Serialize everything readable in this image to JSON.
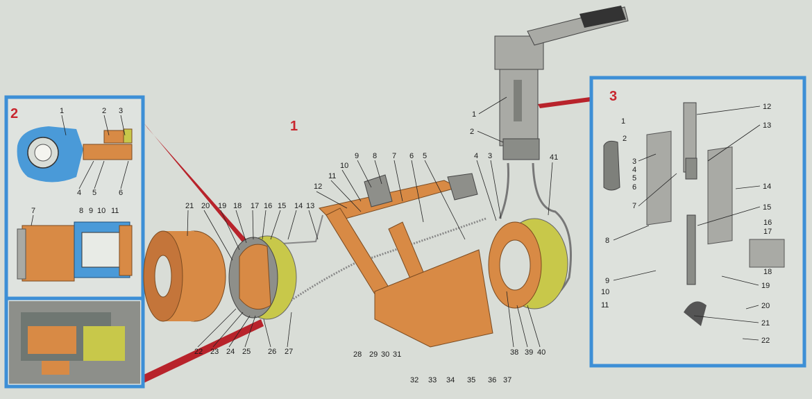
{
  "panels": {
    "main": {
      "number": "1"
    },
    "left_inset": {
      "number": "2"
    },
    "right_inset": {
      "number": "3"
    }
  },
  "callouts": {
    "main": [
      "1",
      "2",
      "3",
      "4",
      "5",
      "6",
      "7",
      "8",
      "9",
      "10",
      "11",
      "12",
      "13",
      "14",
      "15",
      "16",
      "17",
      "18",
      "19",
      "20",
      "21",
      "22",
      "23",
      "24",
      "25",
      "26",
      "27",
      "28",
      "29",
      "30",
      "31",
      "32",
      "33",
      "34",
      "35",
      "36",
      "37",
      "38",
      "39",
      "40",
      "41"
    ],
    "inset2": [
      "1",
      "2",
      "3",
      "4",
      "5",
      "6",
      "7",
      "8",
      "9",
      "10",
      "11"
    ],
    "inset3": [
      "1",
      "2",
      "3",
      "4",
      "5",
      "6",
      "7",
      "8",
      "9",
      "10",
      "11",
      "12",
      "13",
      "14",
      "15",
      "16",
      "17",
      "18",
      "19",
      "20",
      "21",
      "22"
    ]
  },
  "colors": {
    "background": "#d9ddd7",
    "inset_frame": "#3d8fd6",
    "connector": "#b8232b",
    "part_orange": "#d88a45",
    "part_blue": "#4a9ad8",
    "lining_yellow": "#c8c84a",
    "metal_gray": "#a9aaa5"
  }
}
